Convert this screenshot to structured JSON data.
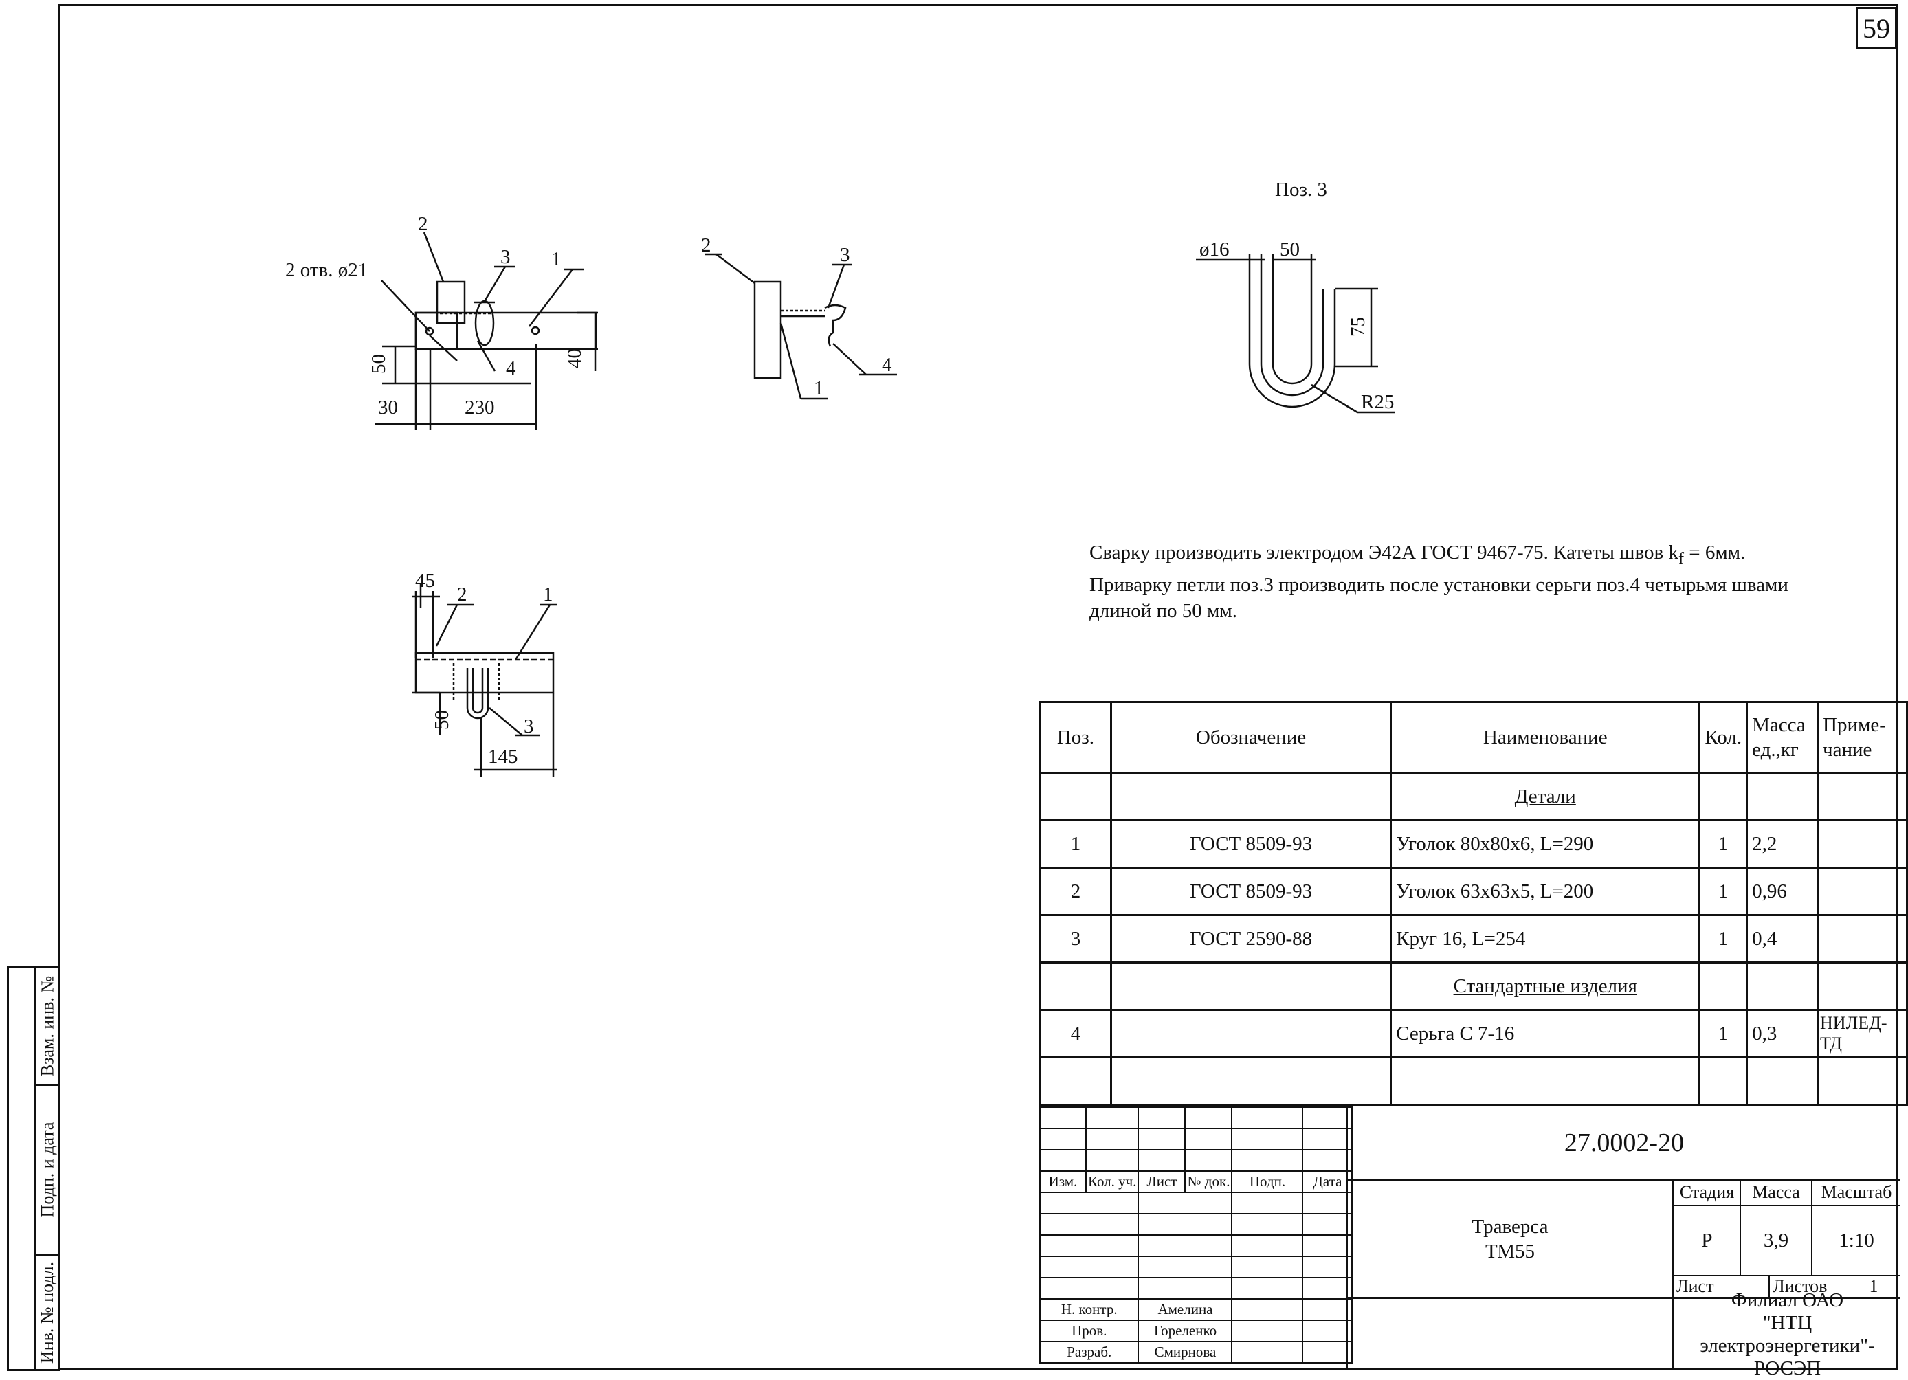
{
  "sheet": {
    "page_number": "59"
  },
  "side_stamp": {
    "field1": "Взам. инв. №",
    "field2": "Подп. и дата",
    "field3": "Инв. № подл."
  },
  "drawing": {
    "view1": {
      "hole_label": "2 отв.  ø21",
      "pos2": "2",
      "pos3": "3",
      "pos1": "1",
      "pos4": "4",
      "dim50": "50",
      "dim40": "40",
      "dim30": "30",
      "dim230": "230"
    },
    "view2": {
      "pos2": "2",
      "pos3": "3",
      "pos1": "1",
      "pos4": "4"
    },
    "view3": {
      "title": "Поз. 3",
      "dia": "ø16",
      "dim50": "50",
      "dim75": "75",
      "radius": "R25"
    },
    "view4": {
      "dim45": "45",
      "pos2": "2",
      "pos1": "1",
      "dim50": "50",
      "pos3": "3",
      "dim145": "145"
    }
  },
  "notes": {
    "line1_pre": "Сварку производить электродом Э42А ГОСТ 9467-75.  Катеты швов k",
    "line1_sub": "f",
    "line1_post": " = 6мм.",
    "line2": "Приварку петли поз.3 производить после установки серьги поз.4 четырьмя швами",
    "line3": "длиной по 50 мм."
  },
  "spec": {
    "headers": {
      "pos": "Поз.",
      "designation": "Обозначение",
      "name": "Наименование",
      "qty": "Кол.",
      "mass_l1": "Масса",
      "mass_l2": "ед.,кг",
      "note_l1": "Приме-",
      "note_l2": "чание"
    },
    "section1": "Детали",
    "rows": [
      {
        "pos": "1",
        "designation": "ГОСТ 8509-93",
        "name": "Уголок 80х80х6, L=290",
        "qty": "1",
        "mass": "2,2",
        "note": ""
      },
      {
        "pos": "2",
        "designation": "ГОСТ 8509-93",
        "name": "Уголок 63х63х5,  L=200",
        "qty": "1",
        "mass": "0,96",
        "note": ""
      },
      {
        "pos": "3",
        "designation": "ГОСТ 2590-88",
        "name": "Круг 16, L=254",
        "qty": "1",
        "mass": "0,4",
        "note": ""
      }
    ],
    "section2": "Стандартные изделия",
    "std_row": {
      "pos": "4",
      "designation": "",
      "name": "Серьга С 7-16",
      "qty": "1",
      "mass": "0,3",
      "note": "НИЛЕД-ТД"
    }
  },
  "title_block": {
    "col_headers": [
      "Изм.",
      "Кол. уч.",
      "Лист",
      "№ док.",
      "Подп.",
      "Дата"
    ],
    "roles": [
      "Н. контр.",
      "Пров.",
      "Разраб."
    ],
    "names": [
      "Амелина",
      "Гореленко",
      "Смирнова"
    ],
    "doc_number": "27.0002-20",
    "title_l1": "Траверса",
    "title_l2": "ТМ55",
    "stage_label": "Стадия",
    "mass_label": "Масса",
    "scale_label": "Масштаб",
    "stage": "Р",
    "mass": "3,9",
    "scale": "1:10",
    "sheet_label": "Лист",
    "sheets_label": "Листов",
    "sheets": "1",
    "org_l1": "Филиал ОАО",
    "org_l2": "\"НТЦ электроэнергетики\"-",
    "org_l3": "РОСЭП"
  }
}
